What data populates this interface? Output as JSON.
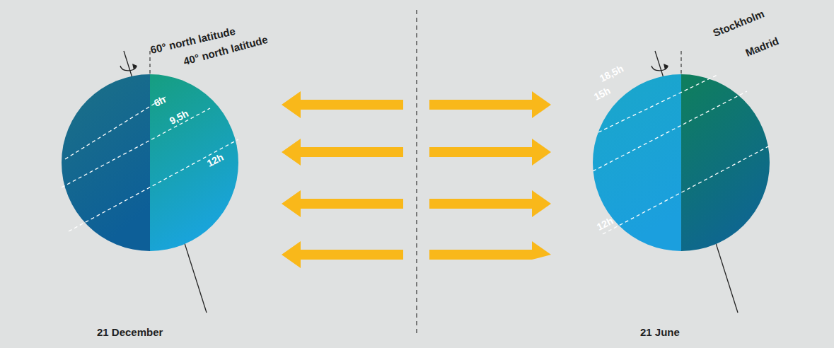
{
  "diagram": {
    "nodes": [
      {
        "text": [
          "6h",
          "9,5h",
          "12h"
        ]
      },
      {
        "text": [
          "18,5h",
          "15h",
          "12h"
        ]
      }
    ],
    "labels": [
      "60° north latitude",
      "40° north latitude",
      "21 December",
      "Stockholm",
      "Madrid",
      "21 June"
    ]
  }
}
